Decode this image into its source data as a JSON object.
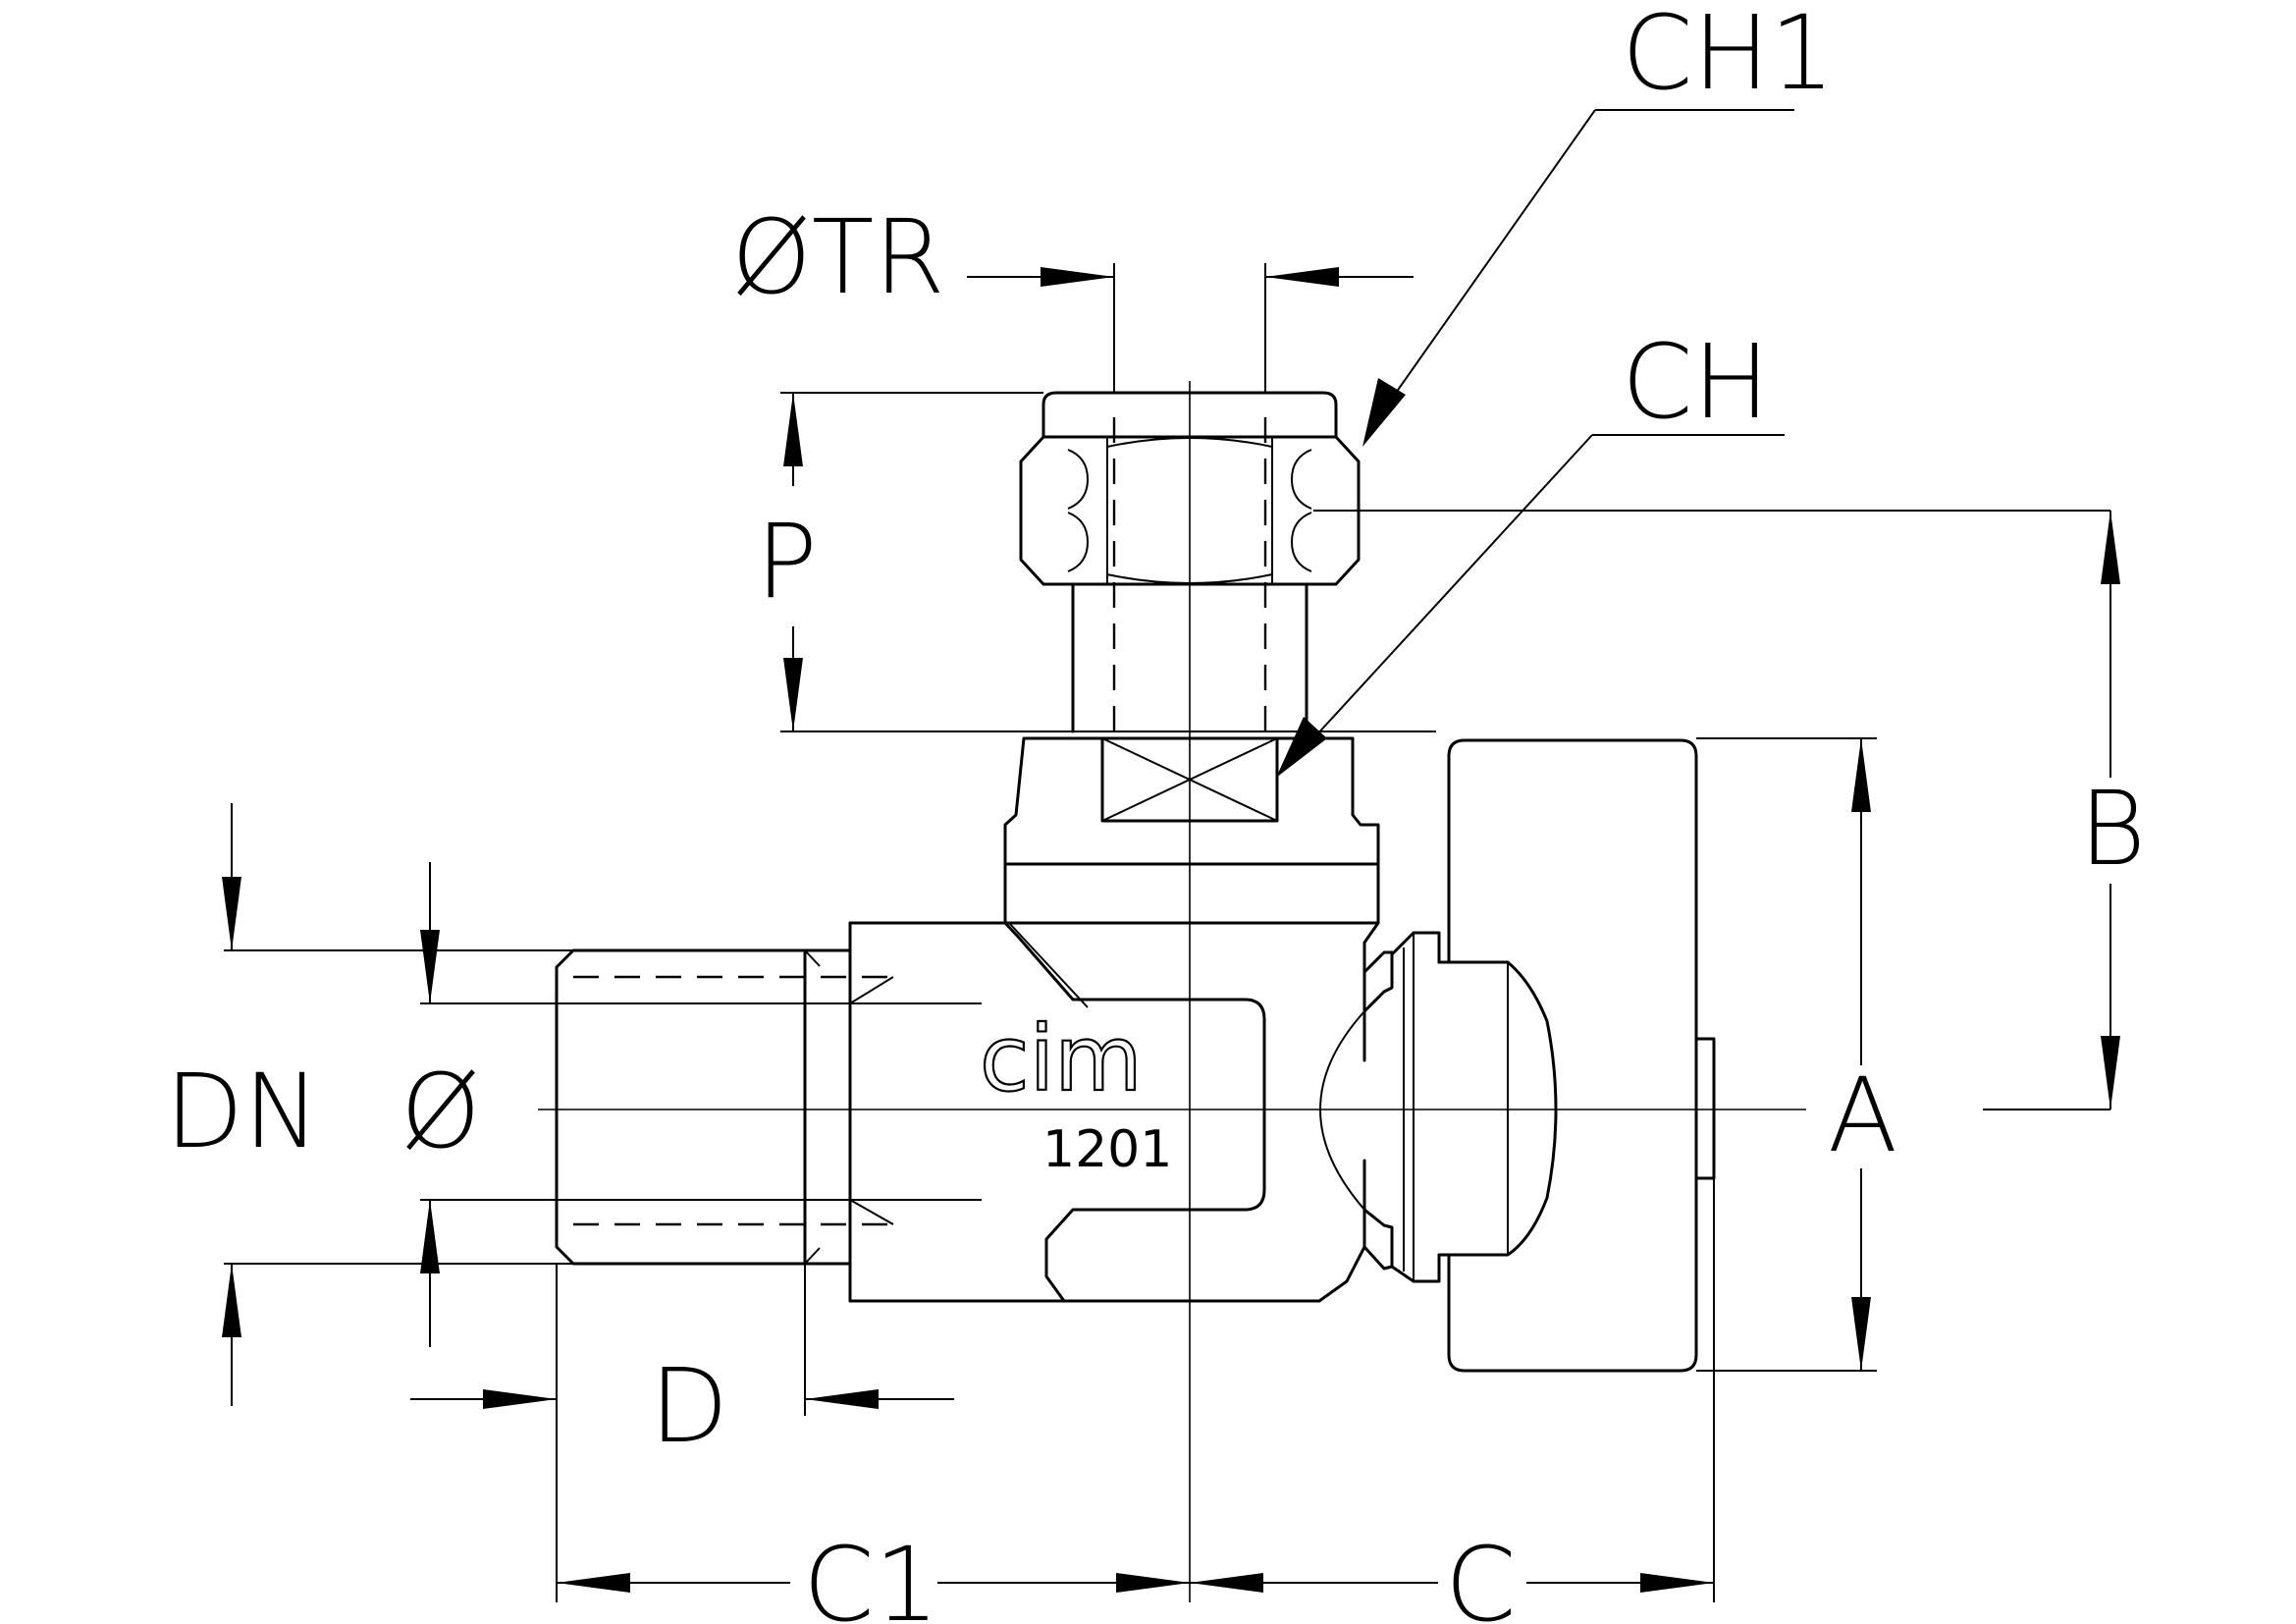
{
  "drawing": {
    "labels": {
      "ch1": "CH1",
      "otr": "ØTR",
      "ch": "CH",
      "p": "P",
      "b": "B",
      "a": "A",
      "dn": "DN",
      "diameter": "Ø",
      "d": "D",
      "c1": "C1",
      "c": "C"
    },
    "body_marking": {
      "brand": "cim",
      "model": "1201"
    }
  }
}
